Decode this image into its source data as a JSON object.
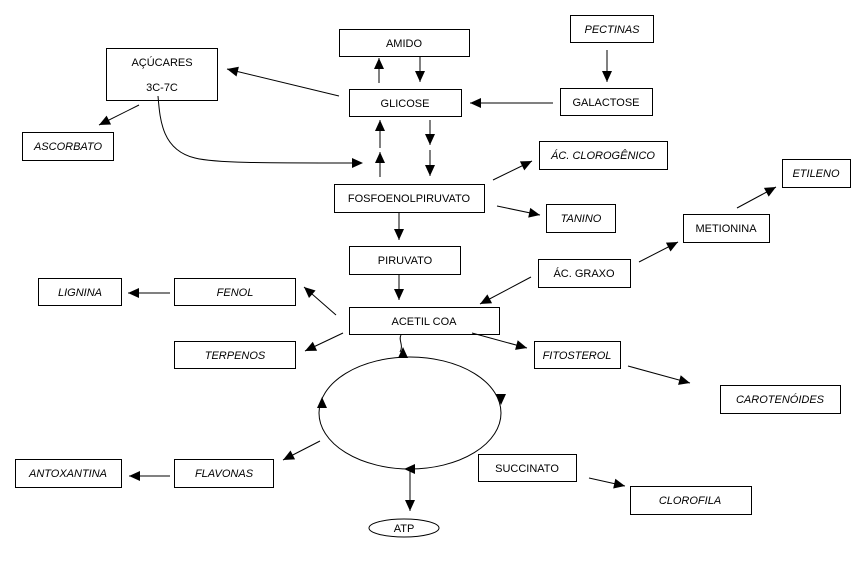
{
  "diagram": {
    "type": "metabolic-pathway",
    "nodes": {
      "acucares": {
        "label_line1": "AÇÚCARES",
        "label_line2": "3C-7C",
        "style": "normal"
      },
      "amido": {
        "label": "AMIDO",
        "style": "normal"
      },
      "pectinas": {
        "label": "PECTINAS",
        "style": "italic"
      },
      "glicose": {
        "label": "GLICOSE",
        "style": "normal"
      },
      "galactose": {
        "label": "GALACTOSE",
        "style": "normal"
      },
      "ascorbato": {
        "label": "ASCORBATO",
        "style": "italic"
      },
      "ac_clorogenico": {
        "label": "ÁC. CLOROGÊNICO",
        "style": "italic"
      },
      "fosfoenolpiruvato": {
        "label": "FOSFOENOLPIRUVATO",
        "style": "normal"
      },
      "tanino": {
        "label": "TANINO",
        "style": "italic"
      },
      "etileno": {
        "label": "ETILENO",
        "style": "italic"
      },
      "metionina": {
        "label": "METIONINA",
        "style": "normal"
      },
      "piruvato": {
        "label": "PIRUVATO",
        "style": "normal"
      },
      "ac_graxo": {
        "label": "ÁC. GRAXO",
        "style": "normal"
      },
      "lignina": {
        "label": "LIGNINA",
        "style": "italic"
      },
      "fenol": {
        "label": "FENOL",
        "style": "italic"
      },
      "acetil_coa": {
        "label": "ACETIL COA",
        "style": "normal"
      },
      "terpenos": {
        "label": "TERPENOS",
        "style": "italic"
      },
      "fitosterol": {
        "label": "FITOSTEROL",
        "style": "italic"
      },
      "carotenoides": {
        "label": "CAROTENÓIDES",
        "style": "italic"
      },
      "antoxantina": {
        "label": "ANTOXANTINA",
        "style": "italic"
      },
      "flavonas": {
        "label": "FLAVONAS",
        "style": "italic"
      },
      "succinato": {
        "label": "SUCCINATO",
        "style": "normal"
      },
      "clorofila": {
        "label": "CLOROFILA",
        "style": "italic"
      },
      "atp": {
        "label": "ATP",
        "style": "normal"
      }
    },
    "edges": [
      {
        "from": "glicose",
        "to": "amido"
      },
      {
        "from": "amido",
        "to": "glicose"
      },
      {
        "from": "pectinas",
        "to": "galactose"
      },
      {
        "from": "galactose",
        "to": "glicose"
      },
      {
        "from": "glicose",
        "to": "acucares"
      },
      {
        "from": "acucares",
        "to": "ascorbato"
      },
      {
        "from": "acucares",
        "to": "fosfoenolpiruvato"
      },
      {
        "from": "fosfoenolpiruvato",
        "to": "glicose"
      },
      {
        "from": "glicose",
        "to": "fosfoenolpiruvato"
      },
      {
        "from": "fosfoenolpiruvato",
        "to": "ac_clorogenico"
      },
      {
        "from": "fosfoenolpiruvato",
        "to": "tanino"
      },
      {
        "from": "fosfoenolpiruvato",
        "to": "piruvato"
      },
      {
        "from": "piruvato",
        "to": "acetil_coa"
      },
      {
        "from": "ac_graxo",
        "to": "acetil_coa"
      },
      {
        "from": "ac_graxo",
        "to": "metionina"
      },
      {
        "from": "metionina",
        "to": "etileno"
      },
      {
        "from": "acetil_coa",
        "to": "fenol"
      },
      {
        "from": "fenol",
        "to": "lignina"
      },
      {
        "from": "acetil_coa",
        "to": "terpenos"
      },
      {
        "from": "acetil_coa",
        "to": "fitosterol"
      },
      {
        "from": "fitosterol",
        "to": "carotenoides"
      },
      {
        "from": "acetil_coa",
        "to": "cycle"
      },
      {
        "from": "cycle",
        "to": "flavonas"
      },
      {
        "from": "flavonas",
        "to": "antoxantina"
      },
      {
        "from": "cycle",
        "to": "atp"
      },
      {
        "from": "succinato",
        "to": "clorofila"
      }
    ]
  }
}
